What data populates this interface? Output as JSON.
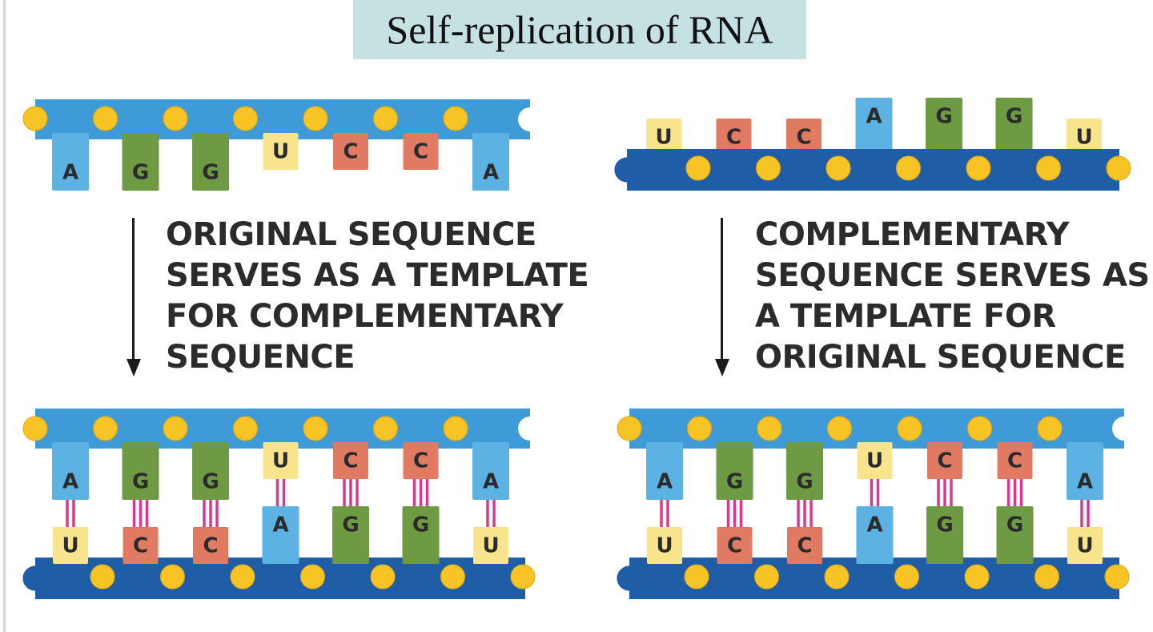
{
  "title": "Self-replication of RNA",
  "original_sequence": [
    "A",
    "G",
    "G",
    "U",
    "C",
    "C",
    "A"
  ],
  "complementary_sequence": [
    "U",
    "C",
    "C",
    "A",
    "G",
    "G",
    "U"
  ],
  "step1_label": [
    "ORIGINAL SEQUENCE",
    "SERVES AS A TEMPLATE",
    "FOR COMPLEMENTARY",
    "SEQUENCE"
  ],
  "step2_label": [
    "COMPLEMENTARY",
    "SEQUENCE SERVES AS",
    "A TEMPLATE FOR",
    "ORIGINAL SEQUENCE"
  ],
  "colors": {
    "A": "#5bb2e3",
    "G": "#6d9a42",
    "U": "#f7e48c",
    "C": "#e07a63",
    "backbone_top": "#3f9ad8",
    "backbone_bottom": "#1f5ea6",
    "phosphate": "#f7c325",
    "bond": "#d63b8f",
    "title_bg": "#c5e1e1"
  },
  "bond_counts": {
    "A": 2,
    "U": 2,
    "G": 3,
    "C": 3
  }
}
